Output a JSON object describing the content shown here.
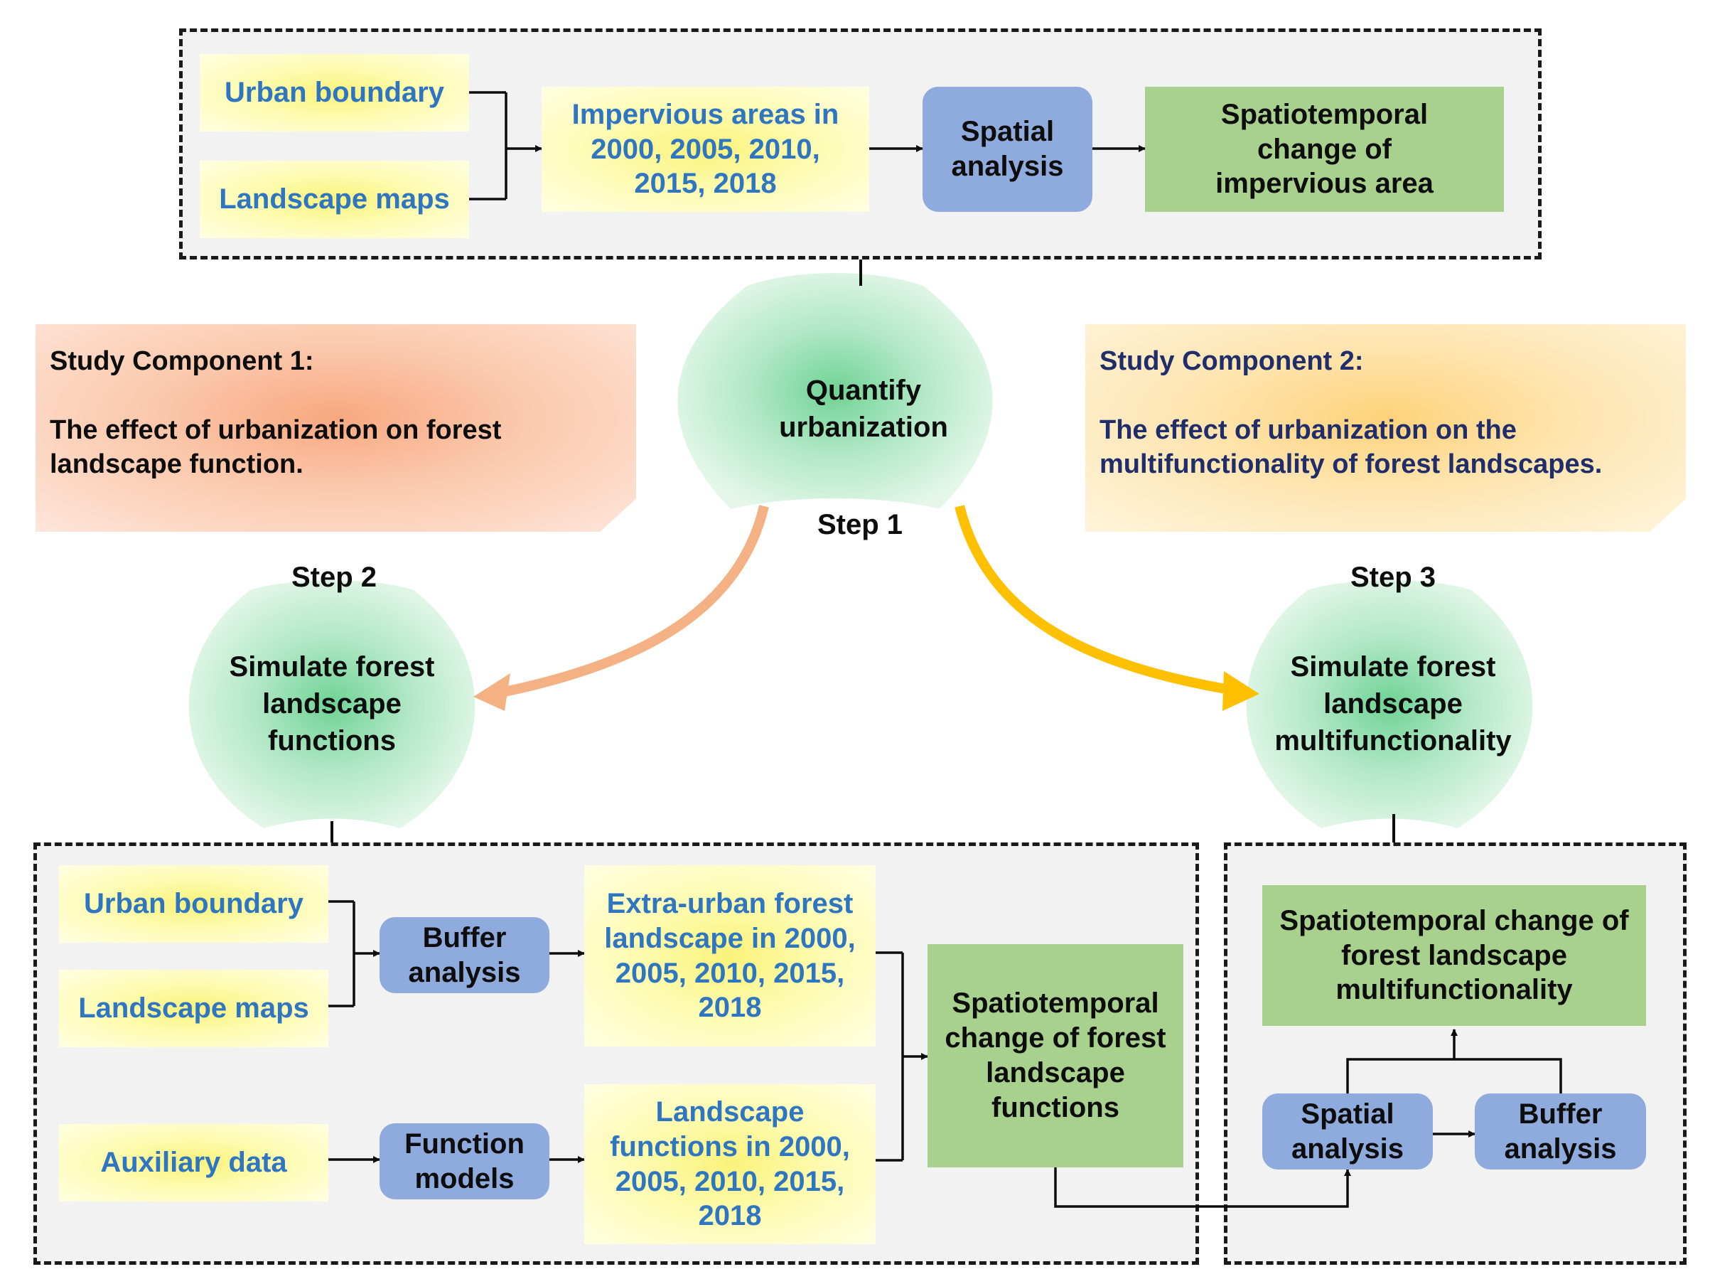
{
  "top_panel": {
    "urban_boundary": "Urban boundary",
    "landscape_maps": "Landscape maps",
    "impervious": "Impervious areas in 2000, 2005, 2010, 2015, 2018",
    "spatial_analysis": "Spatial analysis",
    "result": "Spatiotemporal change of impervious area"
  },
  "component1": {
    "title": "Study Component 1:",
    "body": "The effect of urbanization on forest landscape function."
  },
  "component2": {
    "title": "Study Component 2:",
    "body": "The effect of urbanization on the multifunctionality of forest landscapes."
  },
  "steps": {
    "step1_label": "Step 1",
    "step1_text": "Quantify urbanization",
    "step2_label": "Step 2",
    "step2_text": "Simulate forest landscape functions",
    "step3_label": "Step 3",
    "step3_text": "Simulate forest landscape multifunctionality"
  },
  "bottom_left": {
    "urban_boundary": "Urban boundary",
    "landscape_maps": "Landscape maps",
    "auxiliary": "Auxiliary data",
    "buffer": "Buffer analysis",
    "function_models": "Function models",
    "extra_urban": "Extra-urban forest landscape in 2000, 2005, 2010, 2015, 2018",
    "landscape_functions": "Landscape functions in 2000, 2005, 2010, 2015, 2018",
    "result": "Spatiotemporal change of forest landscape functions"
  },
  "bottom_right": {
    "result": "Spatiotemporal change of forest landscape multifunctionality",
    "spatial": "Spatial analysis",
    "buffer": "Buffer analysis"
  },
  "colors": {
    "orange_arrow": "#f4b183",
    "gold_arrow": "#ffc000",
    "blue_box": "#8faadc",
    "green_box": "#a9d18e",
    "blue_text": "#2e75c2",
    "navy_text": "#1f2d6b"
  }
}
